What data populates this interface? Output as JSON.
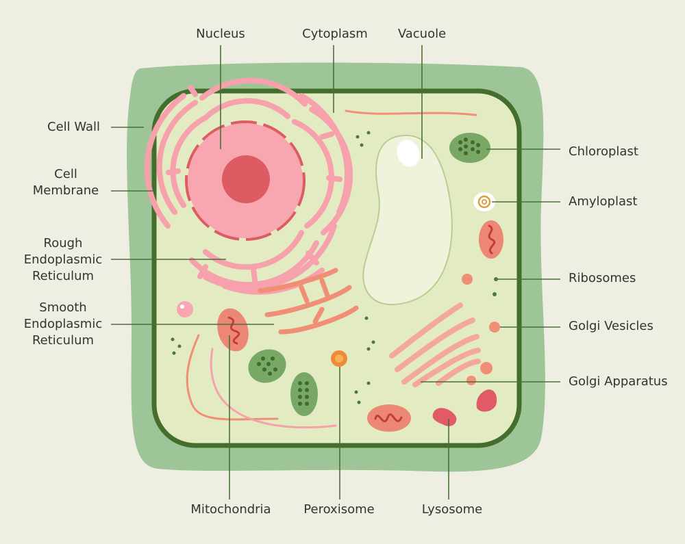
{
  "colors": {
    "background": "#efeee2",
    "cell_wall": "#9ec597",
    "cell_wall_outer": "#b0d1a7",
    "membrane": "#456e2e",
    "cytoplasm": "#e2ebc2",
    "nucleus": "#f8a7b0",
    "nucleolus": "#dd5c64",
    "rough_er": "#f6a1ab",
    "smooth_er": "#f08e76",
    "mitochondria": "#ec8776",
    "chloroplast": "#79a866",
    "vacuole": "#f0f3dc",
    "golgi": "#f4a89c",
    "lysosome": "#e05a68",
    "peroxisome": "#ec8a3a",
    "label_text": "#333333",
    "leader_line": "#4b6e3a"
  },
  "labels": {
    "nucleus": "Nucleus",
    "cytoplasm": "Cytoplasm",
    "vacuole": "Vacuole",
    "cell_wall": "Cell Wall",
    "cell_membrane": [
      "Cell",
      "Membrane"
    ],
    "rough_er": [
      "Rough",
      "Endoplasmic",
      "Reticulum"
    ],
    "smooth_er": [
      "Smooth",
      "Endoplasmic",
      "Reticulum"
    ],
    "chloroplast": "Chloroplast",
    "amyloplast": "Amyloplast",
    "ribosomes": "Ribosomes",
    "golgi_vesicles": "Golgi Vesicles",
    "golgi_apparatus": "Golgi Apparatus",
    "mitochondria": "Mitochondria",
    "peroxisome": "Peroxisome",
    "lysosome": "Lysosome"
  }
}
